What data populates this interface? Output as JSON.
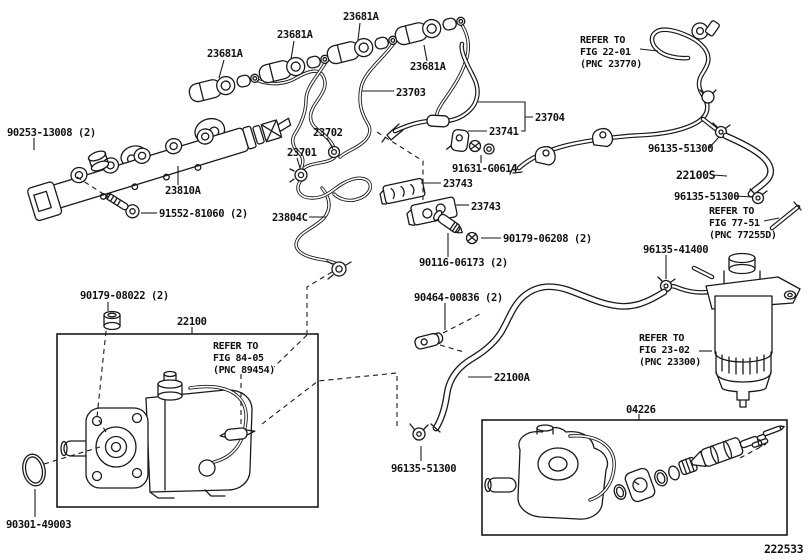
{
  "labels": {
    "fuel_rail": "23810A",
    "injector_holder": "23681A",
    "pipe_no1": "23701",
    "pipe_no2": "23702",
    "pipe_no3": "23703",
    "pipe_no4": "23704",
    "pipe_no4c": "23804C",
    "pipe_clamp": "23741",
    "pipe_grommet": "23743",
    "bolt_rail_union": "90253-13008 (2)",
    "bolt_rail": "91552-81060 (2)",
    "bolt_clamp": "91631-G0614",
    "nut_grommet": "90179-06208 (2)",
    "bolt_grommet": "90116-06173 (2)",
    "nut_pump": "90179-08022 (2)",
    "pump_assy": "22100",
    "hose_fuel": "22100A",
    "hose_sub": "22100S",
    "clip_hose": "96135-51300",
    "clip_filter": "96135-41400",
    "clamp_hose": "90464-00836 (2)",
    "oring_pump": "90301-49003",
    "pump_kit": "04226",
    "drawing_no": "222533"
  },
  "refs": {
    "fig_22_01": [
      "REFER TO",
      "FIG 22-01",
      "(PNC 23770)"
    ],
    "fig_77_51": [
      "REFER TO",
      "FIG 77-51",
      "(PNC 77255D)"
    ],
    "fig_23_02": [
      "REFER TO",
      "FIG 23-02",
      "(PNC 23300)"
    ],
    "fig_84_05": [
      "REFER TO",
      "FIG 84-05",
      "(PNC 89454)"
    ]
  }
}
